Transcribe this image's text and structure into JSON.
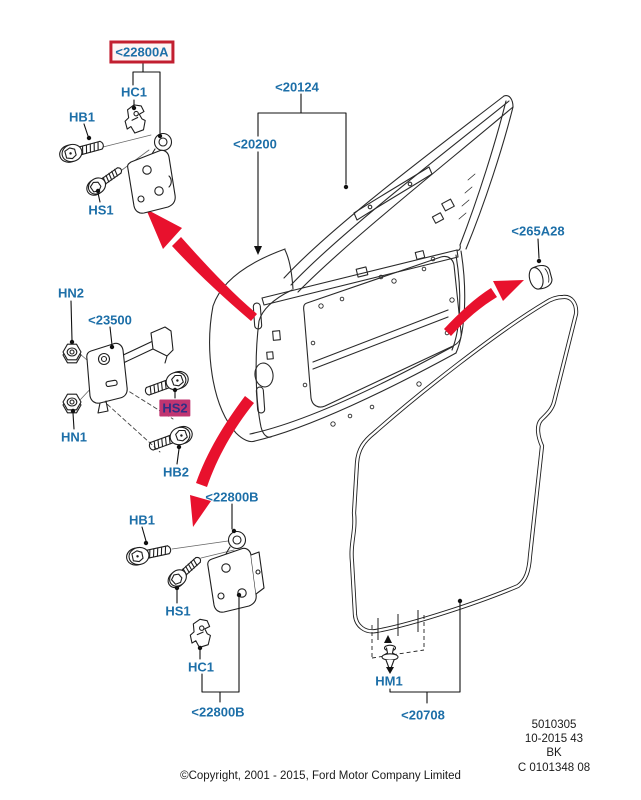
{
  "diagram": {
    "part_labels": {
      "assembly_upper": "<22800A",
      "hc1_upper": "HC1",
      "hb1_upper": "HB1",
      "hs1_upper": "HS1",
      "window_frame": "<20124",
      "door_panel": "<20200",
      "plug": "<265A28",
      "hn2": "HN2",
      "door_check": "<23500",
      "hn1": "HN1",
      "hs2": "HS2",
      "hb2": "HB2",
      "assembly_lower": "<22800B",
      "hb1_lower": "HB1",
      "hs1_lower": "HS1",
      "hc1_lower": "HC1",
      "assembly_lower_bottom": "<22800B",
      "hm1": "HM1",
      "weatherstrip": "<20708"
    },
    "highlights": {
      "red_boxed_label": "<22800A",
      "magenta_selected_label": "HS2"
    },
    "colors": {
      "label_blue": "#1d6fa8",
      "red_box_border": "#c21f30",
      "magenta_highlight": "#c13571",
      "arrow_red": "#e8112d",
      "line_color": "#1f1f1f"
    }
  },
  "footer": {
    "figure_number": "5010305",
    "revision": "10-2015 43",
    "code": "BK",
    "drawing_number": "C 0101348 08",
    "copyright": "©Copyright, 2001 - 2015, Ford Motor Company Limited"
  }
}
